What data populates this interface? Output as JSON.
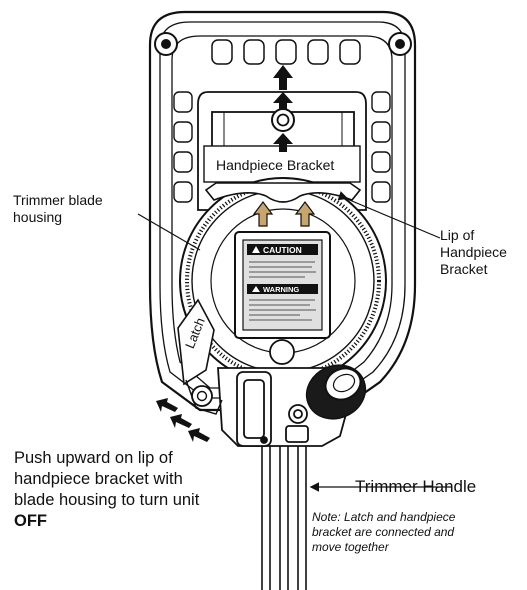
{
  "labels": {
    "handpiece_bracket": "Handpiece Bracket",
    "trimmer_blade_housing": [
      "Trimmer blade",
      "housing"
    ],
    "lip_of_bracket": [
      "Lip of",
      "Handpiece",
      "Bracket"
    ],
    "latch": "Latch",
    "trimmer_handle": "Trimmer Handle"
  },
  "caution_panel": {
    "heading1": "CAUTION",
    "heading2": "WARNING"
  },
  "instruction": {
    "lines": [
      "Push upward on lip of",
      "handpiece bracket with",
      "blade housing to turn unit"
    ],
    "emphasis": "OFF"
  },
  "note": {
    "lines": [
      "Note:  Latch and handpiece",
      "bracket are connected and",
      "move together"
    ]
  },
  "icons": [
    "up-arrow-icon",
    "caution-triangle-icon",
    "push-arrow-icon"
  ],
  "colors": {
    "line": "#111111",
    "up_arrow_fill": "#c8a46e",
    "panel_fill": "#e0e0e0",
    "knob_fill": "#1a1a1a"
  }
}
